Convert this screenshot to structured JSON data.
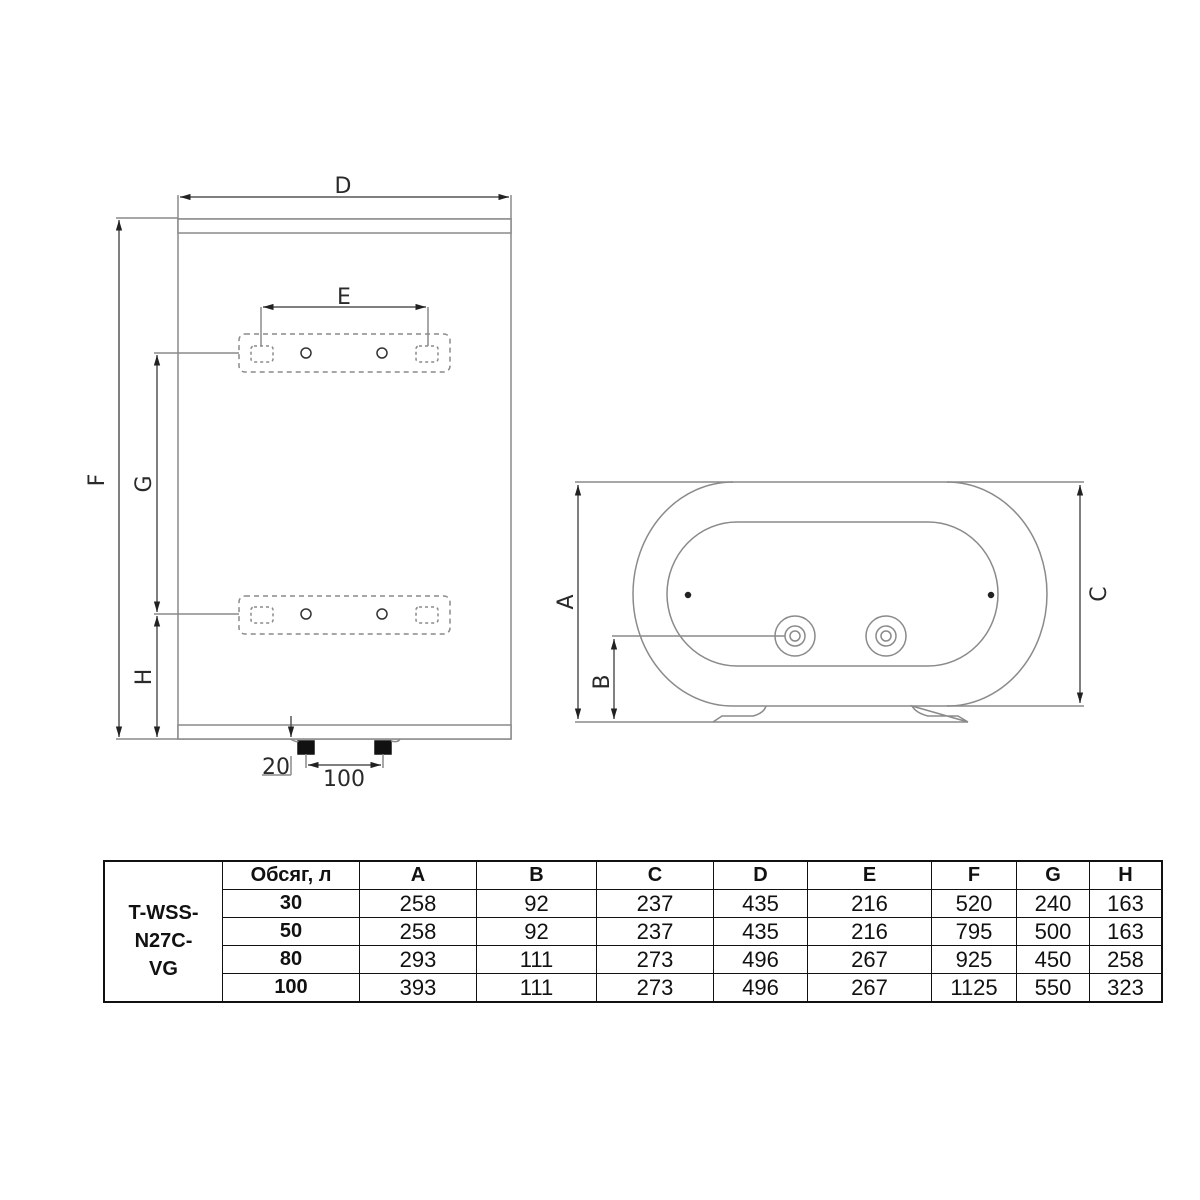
{
  "diagram": {
    "front_view": {
      "labels": {
        "D": "D",
        "E": "E",
        "F": "F",
        "G": "G",
        "H": "H",
        "bottom_offset": "20",
        "pipe_spacing": "100"
      }
    },
    "side_view": {
      "labels": {
        "A": "A",
        "B": "B",
        "C": "C"
      }
    }
  },
  "table": {
    "model": "T-WSS-\nN27C-\nVG",
    "model_lines": [
      "T-WSS-",
      "N27C-",
      "VG"
    ],
    "headers": [
      "Обсяг, л",
      "A",
      "B",
      "C",
      "D",
      "E",
      "F",
      "G",
      "H"
    ],
    "rows": [
      {
        "volume": "30",
        "A": "258",
        "B": "92",
        "C": "237",
        "D": "435",
        "E": "216",
        "F": "520",
        "G": "240",
        "H": "163"
      },
      {
        "volume": "50",
        "A": "258",
        "B": "92",
        "C": "237",
        "D": "435",
        "E": "216",
        "F": "795",
        "G": "500",
        "H": "163"
      },
      {
        "volume": "80",
        "A": "293",
        "B": "111",
        "C": "273",
        "D": "496",
        "E": "267",
        "F": "925",
        "G": "450",
        "H": "258"
      },
      {
        "volume": "100",
        "A": "393",
        "B": "111",
        "C": "273",
        "D": "496",
        "E": "267",
        "F": "1125",
        "G": "550",
        "H": "323"
      }
    ]
  }
}
